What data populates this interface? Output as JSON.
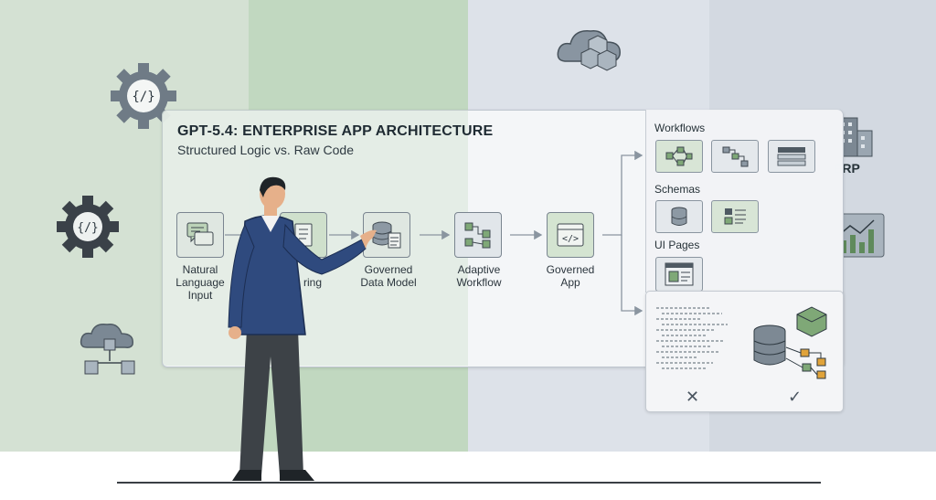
{
  "diagram": {
    "title": "GPT-5.4: ENTERPRISE APP ARCHITECTURE",
    "subtitle": "Structured Logic vs. Raw Code"
  },
  "flow": {
    "nodes": [
      {
        "line1": "Natural",
        "line2": "Language",
        "line3": "Input"
      },
      {
        "line1": "",
        "line2": "ring",
        "line3": ""
      },
      {
        "line1": "Governed",
        "line2": "Data Model",
        "line3": ""
      },
      {
        "line1": "Adaptive",
        "line2": "Workflow",
        "line3": ""
      },
      {
        "line1": "Governed",
        "line2": "App",
        "line3": ""
      }
    ]
  },
  "outputs": {
    "workflows_label": "Workflows",
    "schemas_label": "Schemas",
    "ui_pages_label": "UI Pages"
  },
  "comparison": {
    "raw_mark": "✕",
    "structured_mark": "✓"
  },
  "background": {
    "erp_label": "ERP",
    "code_icon_text": "{/}",
    "app_icon_text": "</>"
  },
  "colors": {
    "accent_green": "#7fa877",
    "node_fill": "#dfe7e1",
    "database_gray": "#6f7b86",
    "workflow_amber": "#e0a33a"
  }
}
